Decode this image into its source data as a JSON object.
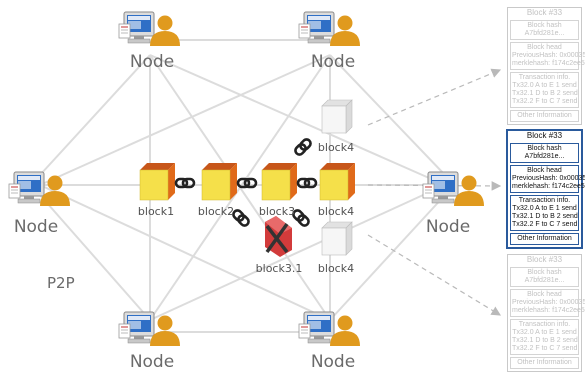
{
  "nodes": {
    "top_left": "Node",
    "top_right": "Node",
    "left": "Node",
    "right": "Node",
    "bottom_left": "Node",
    "bottom_right": "Node"
  },
  "p2p_label": "P2P",
  "chain": {
    "block1": "block1",
    "block2": "block2",
    "block3": "block3",
    "block4_main": "block4",
    "block4_top": "block4",
    "block4_low": "block4",
    "block3_1": "block3.1"
  },
  "block_card": {
    "title": "Block #33",
    "hash_label": "Block hash",
    "hash_value": "A7bfd281e...",
    "head_label": "Block head",
    "prev_hash": "PreviousHash: 0x00035",
    "merkle_hash": "merklehash: f174c2ee5",
    "tx_label": "Transaction info.",
    "tx1": "Tx32.0 A to E 1 send",
    "tx2": "Tx32.1 D to B 2 send",
    "tx3": "Tx32.2 F to C 7 send",
    "other": "Other Information"
  },
  "colors": {
    "active_border": "#2a5a9c",
    "block_front": "#f5e04a",
    "block_side": "#e06a1a",
    "fork_block": "#d23b3b",
    "orphan_block": "#f2f2f2"
  }
}
